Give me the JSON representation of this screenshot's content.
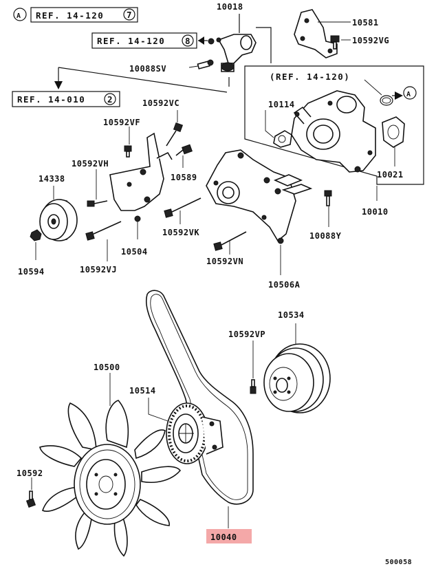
{
  "callout_a": "A",
  "refs": [
    {
      "text": "REF. 14-120",
      "num": "7"
    },
    {
      "text": "REF. 14-120",
      "num": "8"
    },
    {
      "text": "REF. 14-010",
      "num": "2"
    },
    {
      "text": "(REF. 14-120)"
    }
  ],
  "labels": {
    "p10018": "10018",
    "p10581": "10581",
    "p10592VG": "10592VG",
    "p10088SV": "10088SV",
    "p10114": "10114",
    "p10592VC": "10592VC",
    "p10592VF": "10592VF",
    "p10592VH": "10592VH",
    "p14338": "14338",
    "p10589": "10589",
    "p10021": "10021",
    "p10010": "10010",
    "p10592VK": "10592VK",
    "p10594": "10594",
    "p10592VJ": "10592VJ",
    "p10504": "10504",
    "p10088Y": "10088Y",
    "p10592VN": "10592VN",
    "p10506A": "10506A",
    "p10534": "10534",
    "p10592VP": "10592VP",
    "p10500": "10500",
    "p10514": "10514",
    "p10592": "10592",
    "p10040": "10040",
    "diagram_id": "500058"
  },
  "colors": {
    "highlight": "#f4a8a8",
    "ink": "#111111"
  }
}
